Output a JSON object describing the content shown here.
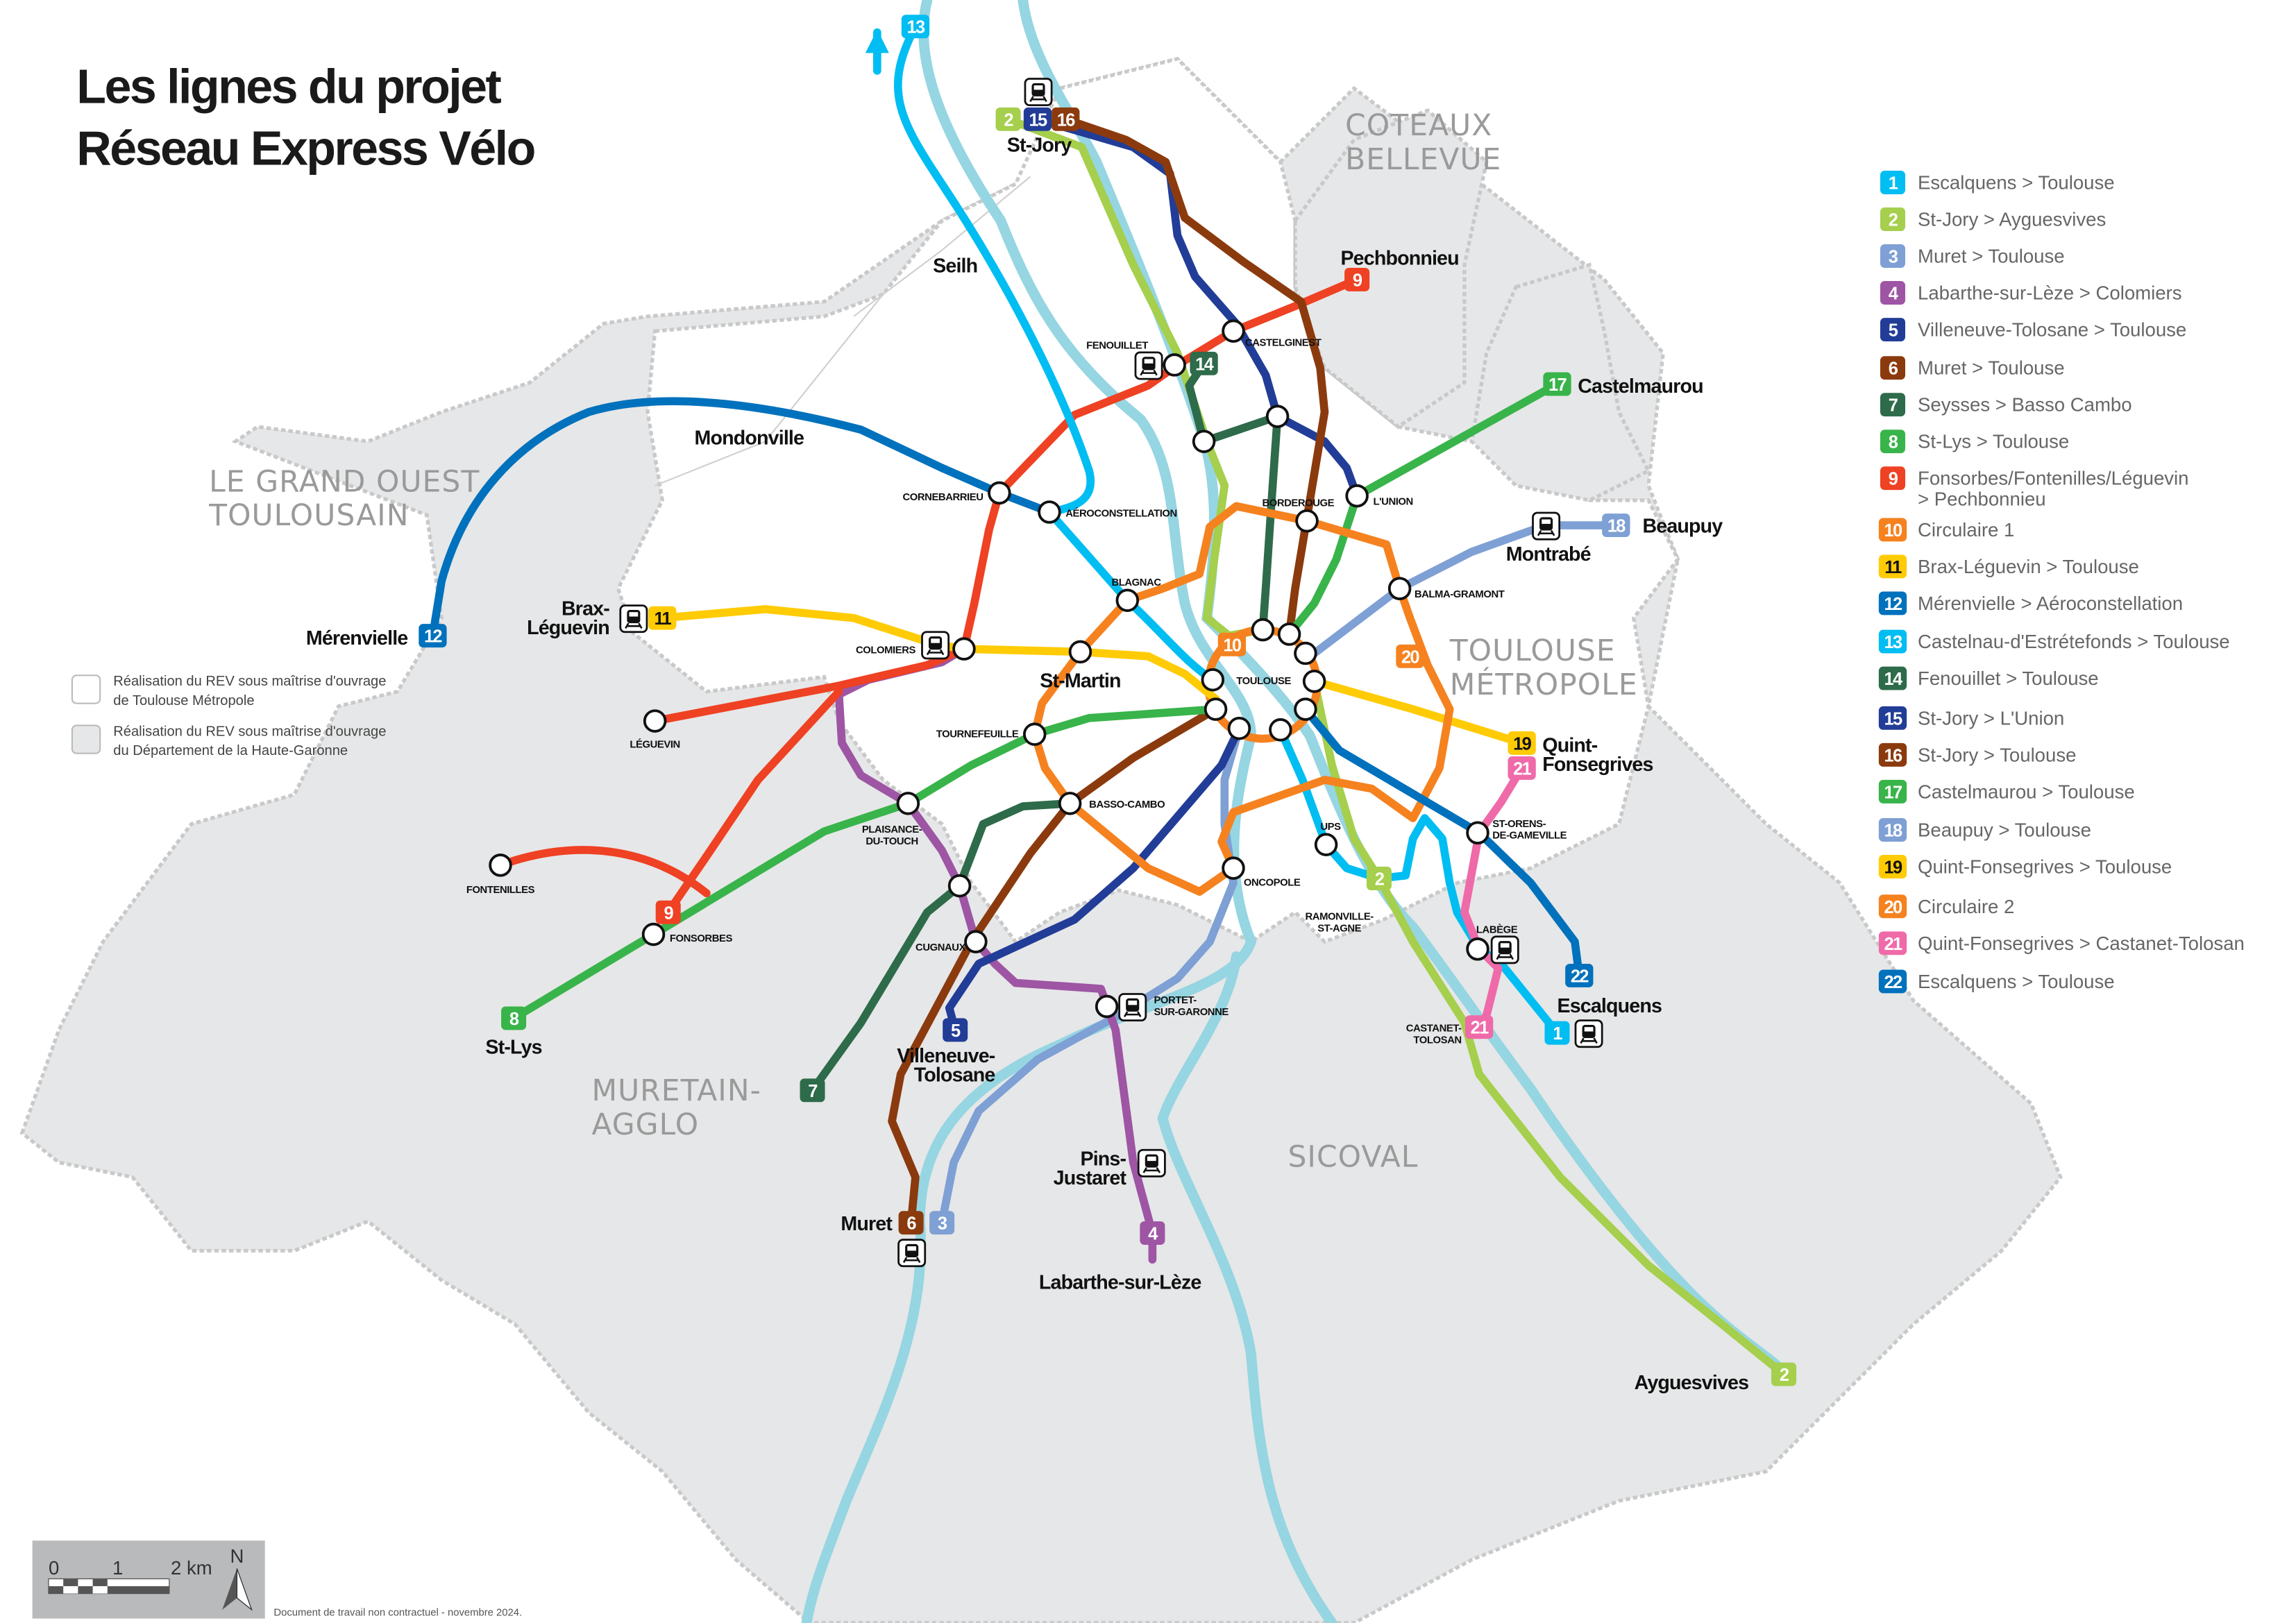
{
  "title": [
    "Les lignes du projet",
    "Réseau Express Vélo"
  ],
  "legend": {
    "lines": [
      {
        "num": "1",
        "name": [
          "Escalquens > Toulouse"
        ],
        "color": "#00bdf2"
      },
      {
        "num": "2",
        "name": [
          "St-Jory > Ayguesvives"
        ],
        "color": "#a5cf4c"
      },
      {
        "num": "3",
        "name": [
          "Muret > Toulouse"
        ],
        "color": "#7ea0d4"
      },
      {
        "num": "4",
        "name": [
          "Labarthe-sur-Lèze > Colomiers"
        ],
        "color": "#9e55a4"
      },
      {
        "num": "5",
        "name": [
          "Villeneuve-Tolosane > Toulouse"
        ],
        "color": "#223d97"
      },
      {
        "num": "6",
        "name": [
          "Muret > Toulouse"
        ],
        "color": "#8b3a0e"
      },
      {
        "num": "7",
        "name": [
          "Seysses > Basso Cambo"
        ],
        "color": "#2e6b4a"
      },
      {
        "num": "8",
        "name": [
          "St-Lys > Toulouse"
        ],
        "color": "#38b44a"
      },
      {
        "num": "9",
        "name": [
          "Fonsorbes/Fontenilles/Léguevin",
          "> Pechbonnieu"
        ],
        "color": "#ef4123"
      },
      {
        "num": "10",
        "name": [
          "Circulaire 1"
        ],
        "color": "#f5821f"
      },
      {
        "num": "11",
        "name": [
          "Brax-Léguevin > Toulouse"
        ],
        "color": "#ffcb05"
      },
      {
        "num": "12",
        "name": [
          "Mérenvielle > Aéroconstellation"
        ],
        "color": "#0071bc"
      },
      {
        "num": "13",
        "name": [
          "Castelnau-d'Estrétefonds > Toulouse"
        ],
        "color": "#00bdf2"
      },
      {
        "num": "14",
        "name": [
          "Fenouillet > Toulouse"
        ],
        "color": "#2e6b4a"
      },
      {
        "num": "15",
        "name": [
          "St-Jory > L'Union"
        ],
        "color": "#223d97"
      },
      {
        "num": "16",
        "name": [
          "St-Jory > Toulouse"
        ],
        "color": "#8b3a0e"
      },
      {
        "num": "17",
        "name": [
          "Castelmaurou > Toulouse"
        ],
        "color": "#38b44a"
      },
      {
        "num": "18",
        "name": [
          "Beaupuy > Toulouse"
        ],
        "color": "#7ea0d4"
      },
      {
        "num": "19",
        "name": [
          "Quint-Fonsegrives > Toulouse"
        ],
        "color": "#ffcb05"
      },
      {
        "num": "20",
        "name": [
          "Circulaire 2"
        ],
        "color": "#f5821f"
      },
      {
        "num": "21",
        "name": [
          "Quint-Fonsegrives > Castanet-Tolosan"
        ],
        "color": "#ef6aa8"
      },
      {
        "num": "22",
        "name": [
          "Escalquens > Toulouse"
        ],
        "color": "#0071bc"
      }
    ],
    "areas": [
      {
        "label": [
          "Réalisation du REV sous maîtrise d'ouvrage",
          "de Toulouse Métropole"
        ],
        "fill": "#ffffff"
      },
      {
        "label": [
          "Réalisation du REV sous maîtrise d'ouvrage",
          "du Département de la Haute-Garonne"
        ],
        "fill": "#e6e7e8"
      }
    ]
  },
  "regions": [
    {
      "lines": [
        "LE GRAND OUEST",
        "TOULOUSAIN"
      ]
    },
    {
      "lines": [
        "COTEAUX",
        "BELLEVUE"
      ]
    },
    {
      "lines": [
        "TOULOUSE",
        "MÉTROPOLE"
      ]
    },
    {
      "lines": [
        "MURETAIN-",
        "AGGLO"
      ]
    },
    {
      "lines": [
        "SICOVAL"
      ]
    }
  ],
  "towns": [
    {
      "lines": [
        "Mérenvielle"
      ]
    },
    {
      "lines": [
        "Mondonville"
      ]
    },
    {
      "lines": [
        "Seilh"
      ]
    },
    {
      "lines": [
        "St-Jory"
      ]
    },
    {
      "lines": [
        "Pechbonnieu"
      ]
    },
    {
      "lines": [
        "Castelmaurou"
      ]
    },
    {
      "lines": [
        "Beaupuy"
      ]
    },
    {
      "lines": [
        "Montrabé"
      ]
    },
    {
      "lines": [
        "Brax-",
        "Léguevin"
      ]
    },
    {
      "lines": [
        "St-Martin"
      ]
    },
    {
      "lines": [
        "St-Lys"
      ]
    },
    {
      "lines": [
        "Villeneuve-",
        "Tolosane"
      ]
    },
    {
      "lines": [
        "Muret"
      ]
    },
    {
      "lines": [
        "Pins-",
        "Justaret"
      ]
    },
    {
      "lines": [
        "Labarthe-sur-Lèze"
      ]
    },
    {
      "lines": [
        "Quint-",
        "Fonsegrives"
      ]
    },
    {
      "lines": [
        "Escalquens"
      ]
    },
    {
      "lines": [
        "Ayguesvives"
      ]
    }
  ],
  "stations": [
    {
      "lines": [
        "CORNEBARRIEU"
      ]
    },
    {
      "lines": [
        "AÉROCONSTELLATION"
      ]
    },
    {
      "lines": [
        "BLAGNAC"
      ]
    },
    {
      "lines": [
        "COLOMIERS"
      ]
    },
    {
      "lines": [
        "TOURNEFEUILLE"
      ]
    },
    {
      "lines": [
        "BASSO-CAMBO"
      ]
    },
    {
      "lines": [
        "PLAISANCE-",
        "DU-TOUCH"
      ]
    },
    {
      "lines": [
        "CUGNAUX"
      ]
    },
    {
      "lines": [
        "PORTET-",
        "SUR-GARONNE"
      ]
    },
    {
      "lines": [
        "ONCOPOLE"
      ]
    },
    {
      "lines": [
        "UPS"
      ]
    },
    {
      "lines": [
        "RAMONVILLE-",
        "ST-AGNE"
      ]
    },
    {
      "lines": [
        "ST-ORENS-",
        "DE-GAMEVILLE"
      ]
    },
    {
      "lines": [
        "LABÈGE"
      ]
    },
    {
      "lines": [
        "CASTANET-",
        "TOLOSAN"
      ]
    },
    {
      "lines": [
        "TOULOUSE"
      ]
    },
    {
      "lines": [
        "BORDEROUGE"
      ]
    },
    {
      "lines": [
        "L'UNION"
      ]
    },
    {
      "lines": [
        "BALMA-GRAMONT"
      ]
    },
    {
      "lines": [
        "CASTELGINEST"
      ]
    },
    {
      "lines": [
        "FENOUILLET"
      ]
    },
    {
      "lines": [
        "LÉGUEVIN"
      ]
    },
    {
      "lines": [
        "FONTENILLES"
      ]
    },
    {
      "lines": [
        "FONSORBES"
      ]
    }
  ],
  "map_badges": [
    "13",
    "2",
    "15",
    "16",
    "9",
    "14",
    "17",
    "18",
    "12",
    "11",
    "10",
    "20",
    "19",
    "21",
    "9",
    "8",
    "2",
    "22",
    "21",
    "1",
    "5",
    "7",
    "6",
    "3",
    "4",
    "2"
  ],
  "icons": {
    "station": "circle-node",
    "train": "train-station-icon",
    "north": "north-arrow-icon",
    "direction": "arrow-up-icon"
  },
  "scale": {
    "ticks": [
      "0",
      "1",
      "2 km"
    ],
    "north": "N"
  },
  "footer": "Document de travail non contractuel - novembre 2024."
}
